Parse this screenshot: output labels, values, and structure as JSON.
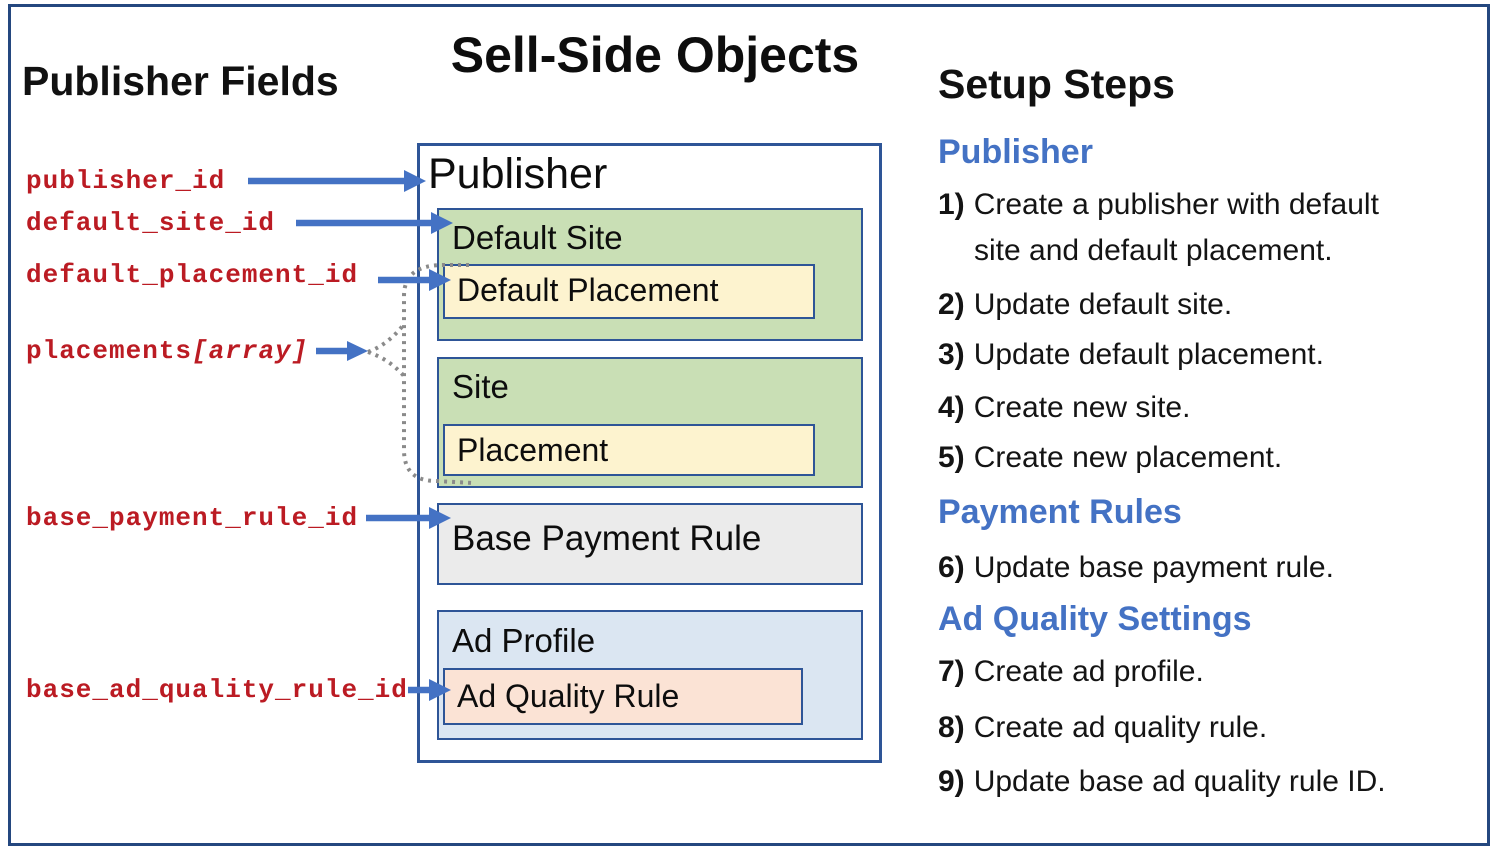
{
  "title": "Sell-Side Objects",
  "left_panel": {
    "heading": "Publisher Fields",
    "fields": [
      {
        "name": "publisher_id"
      },
      {
        "name": "default_site_id"
      },
      {
        "name": "default_placement_id"
      },
      {
        "name": "placements",
        "suffix": "[array]"
      },
      {
        "name": "base_payment_rule_id"
      },
      {
        "name": "base_ad_quality_rule_id"
      }
    ]
  },
  "diagram": {
    "publisher_label": "Publisher",
    "default_site_label": "Default Site",
    "default_placement_label": "Default Placement",
    "site_label": "Site",
    "placement_label": "Placement",
    "base_payment_rule_label": "Base Payment Rule",
    "ad_profile_label": "Ad Profile",
    "ad_quality_rule_label": "Ad Quality Rule"
  },
  "right_panel": {
    "heading": "Setup Steps",
    "sections": [
      {
        "heading": "Publisher",
        "steps": [
          {
            "num": "1)",
            "text": "Create a publisher with default\nsite and default placement."
          },
          {
            "num": "2)",
            "text": "Update default site."
          },
          {
            "num": "3)",
            "text": "Update default placement."
          },
          {
            "num": "4)",
            "text": "Create new site."
          },
          {
            "num": "5)",
            "text": "Create new placement."
          }
        ]
      },
      {
        "heading": "Payment Rules",
        "steps": [
          {
            "num": "6)",
            "text": "Update base payment rule."
          }
        ]
      },
      {
        "heading": "Ad Quality Settings",
        "steps": [
          {
            "num": "7)",
            "text": "Create ad profile."
          },
          {
            "num": "8)",
            "text": "Create ad quality rule."
          },
          {
            "num": "9)",
            "text": "Update base ad quality rule ID."
          }
        ]
      }
    ]
  },
  "colors": {
    "accent_blue": "#4472c4",
    "box_border_blue": "#2e5597",
    "frame_blue": "#24477f",
    "field_red": "#bb1b23",
    "green_fill": "#c9dfb5",
    "yellow_fill": "#fdf3cf",
    "gray_fill": "#ebebeb",
    "light_blue_fill": "#dbe6f2",
    "peach_fill": "#fbe3d5",
    "dotted_gray": "#8a8a8a"
  }
}
